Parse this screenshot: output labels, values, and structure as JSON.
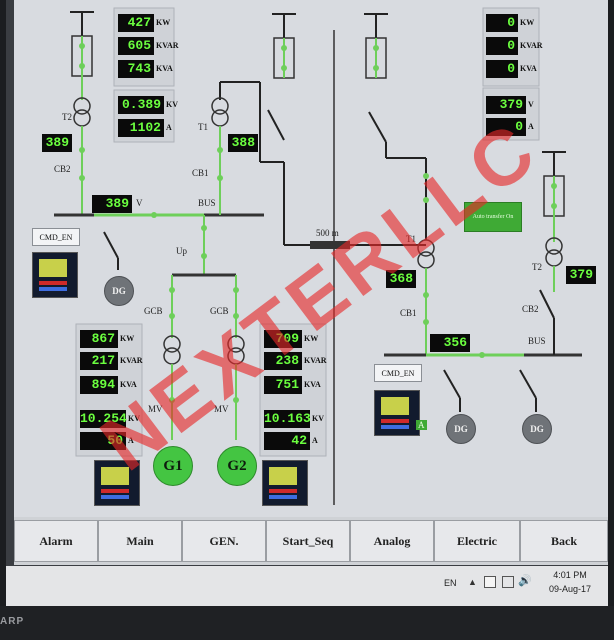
{
  "left_panel": {
    "power": [
      {
        "value": "427",
        "unit": "KW"
      },
      {
        "value": "605",
        "unit": "KVAR"
      },
      {
        "value": "743",
        "unit": "KVA"
      }
    ],
    "voltage": {
      "value": "0.389",
      "unit": "KV"
    },
    "current": {
      "value": "1102",
      "unit": "A"
    },
    "transformer_label": "T2",
    "transformer_reading": "389",
    "breaker_label": "CB2",
    "bus_reading": "389",
    "bus_unit": "V"
  },
  "center": {
    "transformer_label": "T1",
    "transformer_reading": "388",
    "breaker_label": "CB1",
    "bus_label": "BUS",
    "up_label": "Up",
    "cable_label": "500 m"
  },
  "gen_panel_left": {
    "power": [
      {
        "value": "867",
        "unit": "KW"
      },
      {
        "value": "217",
        "unit": "KVAR"
      },
      {
        "value": "894",
        "unit": "KVA"
      }
    ],
    "voltage": {
      "value": "10.254",
      "unit": "KV"
    },
    "current": {
      "value": "50",
      "unit": "A"
    },
    "gcb_label": "GCB",
    "mv_label": "MV",
    "gen_label": "G1"
  },
  "gen_panel_right": {
    "power": [
      {
        "value": "709",
        "unit": "KW"
      },
      {
        "value": "238",
        "unit": "KVAR"
      },
      {
        "value": "751",
        "unit": "KVA"
      }
    ],
    "voltage": {
      "value": "10.163",
      "unit": "KV"
    },
    "current": {
      "value": "42",
      "unit": "A"
    },
    "gcb_label": "GCB",
    "mv_label": "MV",
    "gen_label": "G2"
  },
  "right_panel": {
    "power": [
      {
        "value": "0",
        "unit": "KW"
      },
      {
        "value": "0",
        "unit": "KVAR"
      },
      {
        "value": "0",
        "unit": "KVA"
      }
    ],
    "voltage": {
      "value": "379",
      "unit": "V"
    },
    "current": {
      "value": "0",
      "unit": "A"
    },
    "auto_transfer": "Auto transfer On",
    "t1_label": "T1",
    "t1_reading": "368",
    "t2_label": "T2",
    "t2_reading": "379",
    "cb1_label": "CB1",
    "cb2_label": "CB2",
    "bus_label": "BUS",
    "bus_reading": "356"
  },
  "controls": {
    "cmd_left": "CMD_EN",
    "cmd_right": "CMD_EN",
    "dg_label": "DG",
    "meter_tag": "A"
  },
  "nav": [
    "Alarm",
    "Main",
    "GEN.",
    "Start_Seq",
    "Analog",
    "Electric",
    "Back"
  ],
  "taskbar": {
    "lang": "EN",
    "time": "4:01 PM",
    "date": "09-Aug-17"
  },
  "bezel_brand": "ARP",
  "watermark": "NEXTERLLC",
  "colors": {
    "live_line": "#6ecf5a",
    "display_bg": "#0a0a0a",
    "display_text": "#6bff3f",
    "generator": "#44c542",
    "watermark": "#e62828"
  }
}
